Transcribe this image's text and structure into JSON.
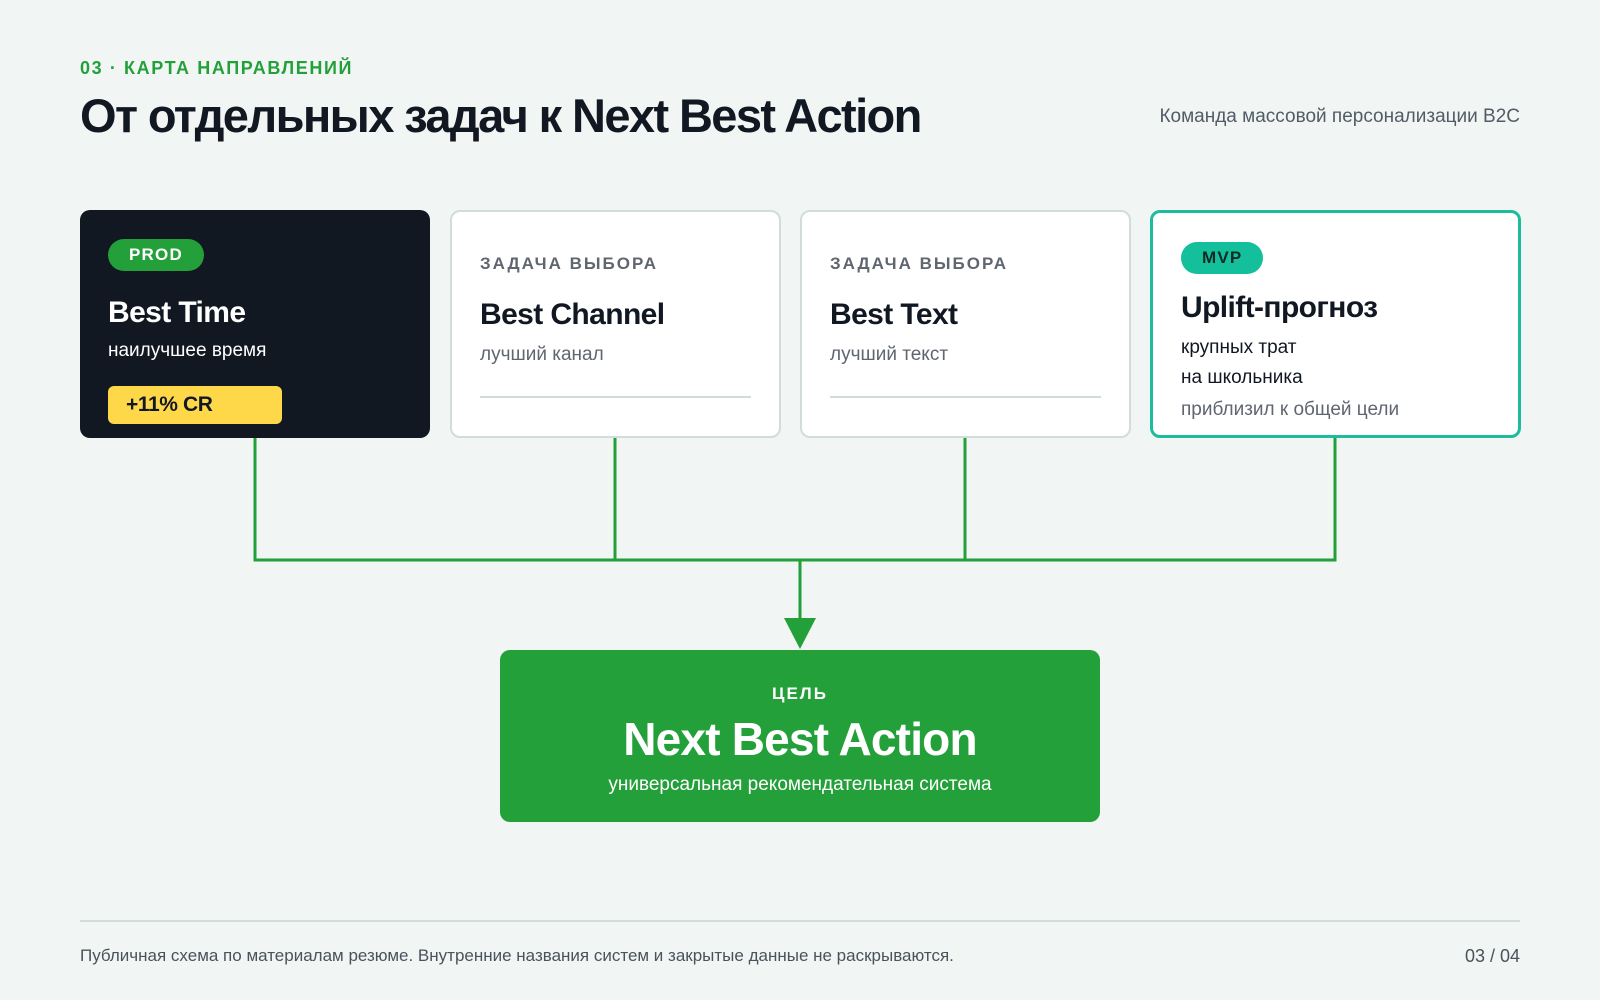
{
  "header": {
    "eyebrow": "03 · КАРТА НАПРАВЛЕНИЙ",
    "title": "От отдельных задач к Next Best Action",
    "team": "Команда массовой персонализации B2C"
  },
  "cards": [
    {
      "badge": "PROD",
      "title": "Best Time",
      "subtitle": "наилучшее время",
      "metric": "+11% CR"
    },
    {
      "kicker": "ЗАДАЧА ВЫБОРА",
      "title": "Best Channel",
      "subtitle": "лучший канал"
    },
    {
      "kicker": "ЗАДАЧА ВЫБОРА",
      "title": "Best Text",
      "subtitle": "лучший текст"
    },
    {
      "badge": "MVP",
      "title": "Uplift-прогноз",
      "line1": "крупных трат",
      "line2": "на школьника",
      "line3": "приблизил к общей цели"
    }
  ],
  "goal": {
    "kicker": "ЦЕЛЬ",
    "title": "Next Best Action",
    "subtitle": "универсальная рекомендательная система"
  },
  "footer": {
    "note": "Публичная схема по материалам резюме. Внутренние названия систем и закрытые данные не раскрываются.",
    "pager": "03 / 04"
  },
  "colors": {
    "accent_green": "#24a03a",
    "mvp_teal": "#1dbc9c",
    "dark_card": "#111821",
    "metric_yellow": "#ffd84a"
  }
}
